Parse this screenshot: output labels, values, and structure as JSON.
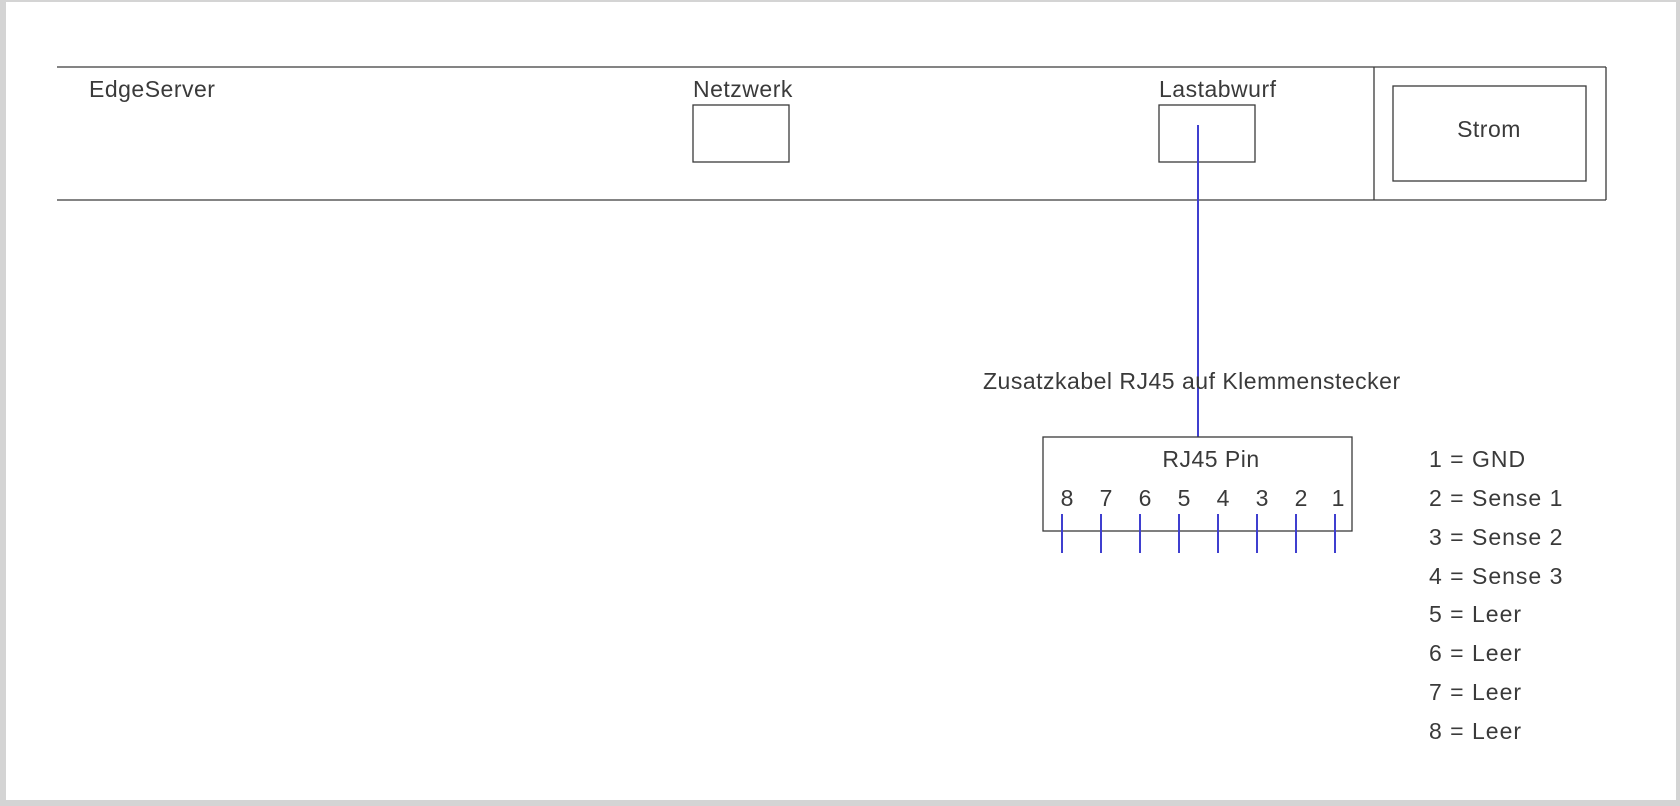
{
  "device": {
    "name": "EdgeServer",
    "ports": {
      "network": "Netzwerk",
      "load_shedding": "Lastabwurf",
      "power": "Strom"
    }
  },
  "cable": {
    "label": "Zusatzkabel RJ45 auf Klemmenstecker",
    "color": "#3f3fcf"
  },
  "connector": {
    "title": "RJ45 Pin",
    "pins": [
      "8",
      "7",
      "6",
      "5",
      "4",
      "3",
      "2",
      "1"
    ]
  },
  "pin_legend": [
    "1 = GND",
    "2 = Sense 1",
    "3 = Sense 2",
    "4 = Sense 3",
    "5 = Leer",
    "6 = Leer",
    "7 = Leer",
    "8 = Leer"
  ]
}
